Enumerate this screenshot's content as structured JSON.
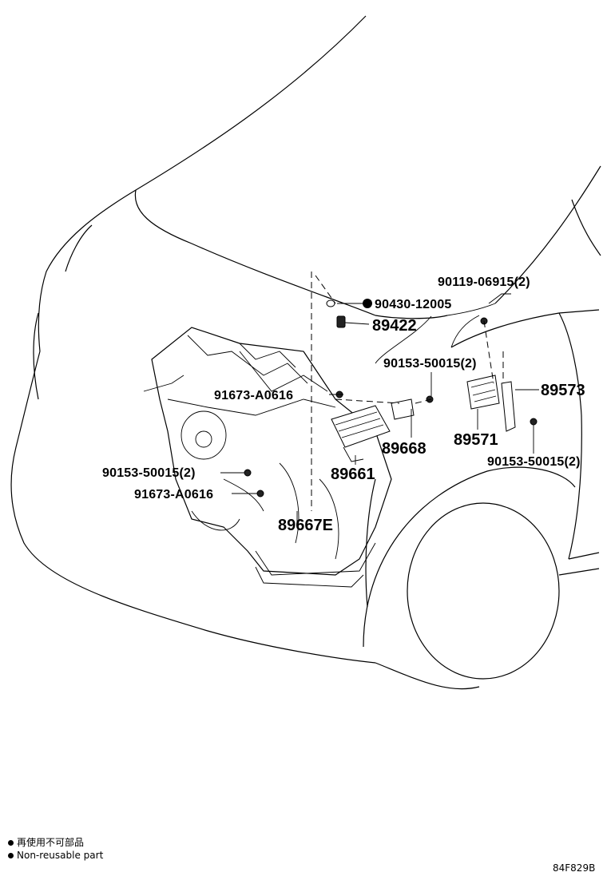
{
  "labels": {
    "p1": "90119-06915(2)",
    "p2": "90430-12005",
    "p3": "89422",
    "p4": "90153-50015(2)",
    "p5": "91673-A0616",
    "p6": "89573",
    "p7": "89668",
    "p8": "89571",
    "p9": "90153-50015(2)",
    "p10": "90153-50015(2)",
    "p11": "89661",
    "p12": "91673-A0616",
    "p13": "89667E"
  },
  "legend": {
    "line1": "再使用不可部品",
    "line2": "Non-reusable part"
  },
  "figure_code": "84F829B"
}
